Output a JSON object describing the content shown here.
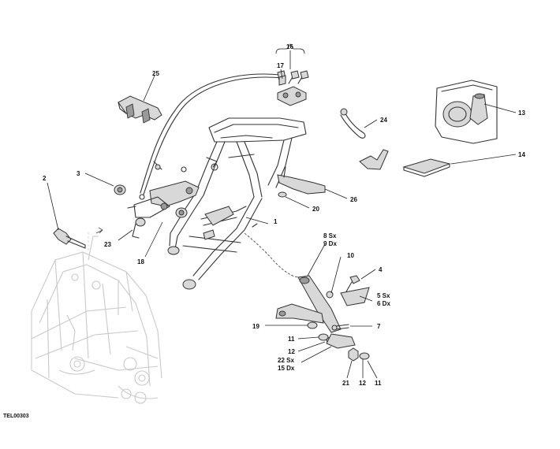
{
  "drawing_code": "TEL00303",
  "callouts": [
    {
      "id": "c1",
      "text": "1"
    },
    {
      "id": "c2",
      "text": "2"
    },
    {
      "id": "c3",
      "text": "3"
    },
    {
      "id": "c4",
      "text": "4"
    },
    {
      "id": "c5",
      "text": "5 Sx"
    },
    {
      "id": "c6",
      "text": "6 Dx"
    },
    {
      "id": "c7",
      "text": "7"
    },
    {
      "id": "c8",
      "text": "8 Sx"
    },
    {
      "id": "c9",
      "text": "9 Dx"
    },
    {
      "id": "c10",
      "text": "10"
    },
    {
      "id": "c11a",
      "text": "11"
    },
    {
      "id": "c11b",
      "text": "11"
    },
    {
      "id": "c12a",
      "text": "12"
    },
    {
      "id": "c12b",
      "text": "12"
    },
    {
      "id": "c13",
      "text": "13"
    },
    {
      "id": "c14",
      "text": "14"
    },
    {
      "id": "c15",
      "text": "15 Dx"
    },
    {
      "id": "c16",
      "text": "16"
    },
    {
      "id": "c17",
      "text": "17"
    },
    {
      "id": "c18",
      "text": "18"
    },
    {
      "id": "c19",
      "text": "19"
    },
    {
      "id": "c20",
      "text": "20"
    },
    {
      "id": "c21",
      "text": "21"
    },
    {
      "id": "c22",
      "text": "22 Sx"
    },
    {
      "id": "c23",
      "text": "23"
    },
    {
      "id": "c24",
      "text": "24"
    },
    {
      "id": "c25",
      "text": "25"
    },
    {
      "id": "c26",
      "text": "26"
    }
  ]
}
